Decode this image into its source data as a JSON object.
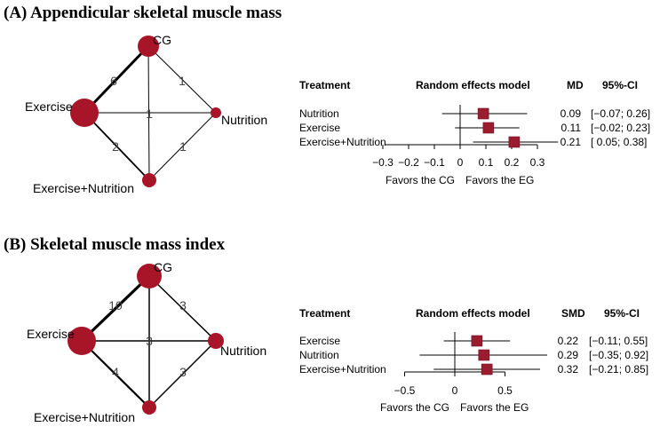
{
  "colors": {
    "node": "#a81428",
    "square": "#9b1c2e",
    "line": "#000000"
  },
  "panels": [
    {
      "title": "(A) Appendicular skeletal muscle mass",
      "network": {
        "nodes": [
          {
            "label": "CG",
            "weight": 3
          },
          {
            "label": "Exercise",
            "weight": 4
          },
          {
            "label": "Nutrition",
            "weight": 1.2
          },
          {
            "label": "Exercise+Nutrition",
            "weight": 1.6
          }
        ],
        "edges": [
          {
            "from": 0,
            "to": 1,
            "label": "6"
          },
          {
            "from": 0,
            "to": 2,
            "label": "1"
          },
          {
            "from": 1,
            "to": 2,
            "label": "1"
          },
          {
            "from": 1,
            "to": 3,
            "label": "2"
          },
          {
            "from": 2,
            "to": 3,
            "label": "1"
          },
          {
            "from": 0,
            "to": 3,
            "label": ""
          }
        ]
      },
      "forest": {
        "headers": {
          "treatment": "Treatment",
          "model": "Random effects model",
          "measure": "MD",
          "ci": "95%-CI"
        },
        "rows": [
          {
            "treatment": "Nutrition",
            "est": 0.09,
            "lo": -0.07,
            "hi": 0.26,
            "est_text": "0.09",
            "ci_text": "[−0.07; 0.26]"
          },
          {
            "treatment": "Exercise",
            "est": 0.11,
            "lo": -0.02,
            "hi": 0.23,
            "est_text": "0.11",
            "ci_text": "[−0.02; 0.23]"
          },
          {
            "treatment": "Exercise+Nutrition",
            "est": 0.21,
            "lo": 0.05,
            "hi": 0.38,
            "est_text": "0.21",
            "ci_text": "[ 0.05; 0.38]"
          }
        ],
        "ticks": [
          "−0.3",
          "−0.2",
          "−0.1",
          "0",
          "0.1",
          "0.2",
          "0.3"
        ],
        "tick_values": [
          -0.3,
          -0.2,
          -0.1,
          0,
          0.1,
          0.2,
          0.3
        ],
        "xlim": [
          -0.3,
          0.3
        ],
        "favors_left": "Favors the CG",
        "favors_right": "Favors the EG"
      }
    },
    {
      "title": "(B) Skeletal muscle mass index",
      "network": {
        "nodes": [
          {
            "label": "CG",
            "weight": 3
          },
          {
            "label": "Exercise",
            "weight": 4
          },
          {
            "label": "Nutrition",
            "weight": 2
          },
          {
            "label": "Exercise+Nutrition",
            "weight": 1.6
          }
        ],
        "edges": [
          {
            "from": 0,
            "to": 1,
            "label": "10"
          },
          {
            "from": 0,
            "to": 2,
            "label": "3"
          },
          {
            "from": 1,
            "to": 2,
            "label": "3"
          },
          {
            "from": 1,
            "to": 3,
            "label": "4"
          },
          {
            "from": 2,
            "to": 3,
            "label": "3"
          },
          {
            "from": 0,
            "to": 3,
            "label": ""
          }
        ]
      },
      "forest": {
        "headers": {
          "treatment": "Treatment",
          "model": "Random effects model",
          "measure": "SMD",
          "ci": "95%-CI"
        },
        "rows": [
          {
            "treatment": "Exercise",
            "est": 0.22,
            "lo": -0.11,
            "hi": 0.55,
            "est_text": "0.22",
            "ci_text": "[−0.11; 0.55]"
          },
          {
            "treatment": "Nutrition",
            "est": 0.29,
            "lo": -0.35,
            "hi": 0.92,
            "est_text": "0.29",
            "ci_text": "[−0.35; 0.92]"
          },
          {
            "treatment": "Exercise+Nutrition",
            "est": 0.32,
            "lo": -0.21,
            "hi": 0.85,
            "est_text": "0.32",
            "ci_text": "[−0.21; 0.85]"
          }
        ],
        "ticks": [
          "−0.5",
          "0",
          "0.5"
        ],
        "tick_values": [
          -0.5,
          0,
          0.5
        ],
        "xlim": [
          -0.5,
          0.5
        ],
        "favors_left": "Favors the CG",
        "favors_right": "Favors the EG"
      }
    }
  ],
  "chart_data": [
    {
      "type": "forest",
      "title": "(A) Appendicular skeletal muscle mass",
      "measure": "MD",
      "categories": [
        "Nutrition",
        "Exercise",
        "Exercise+Nutrition"
      ],
      "values": [
        0.09,
        0.11,
        0.21
      ],
      "ci_lower": [
        -0.07,
        -0.02,
        0.05
      ],
      "ci_upper": [
        0.26,
        0.23,
        0.38
      ],
      "xlim": [
        -0.3,
        0.3
      ],
      "network_edges": [
        [
          "CG",
          "Exercise",
          6
        ],
        [
          "CG",
          "Nutrition",
          1
        ],
        [
          "Exercise",
          "Nutrition",
          1
        ],
        [
          "Exercise",
          "Exercise+Nutrition",
          2
        ],
        [
          "Nutrition",
          "Exercise+Nutrition",
          1
        ]
      ]
    },
    {
      "type": "forest",
      "title": "(B) Skeletal muscle mass index",
      "measure": "SMD",
      "categories": [
        "Exercise",
        "Nutrition",
        "Exercise+Nutrition"
      ],
      "values": [
        0.22,
        0.29,
        0.32
      ],
      "ci_lower": [
        -0.11,
        -0.35,
        -0.21
      ],
      "ci_upper": [
        0.55,
        0.92,
        0.85
      ],
      "xlim": [
        -0.5,
        0.5
      ],
      "network_edges": [
        [
          "CG",
          "Exercise",
          10
        ],
        [
          "CG",
          "Nutrition",
          3
        ],
        [
          "Exercise",
          "Nutrition",
          3
        ],
        [
          "Exercise",
          "Exercise+Nutrition",
          4
        ],
        [
          "Nutrition",
          "Exercise+Nutrition",
          3
        ]
      ]
    }
  ]
}
